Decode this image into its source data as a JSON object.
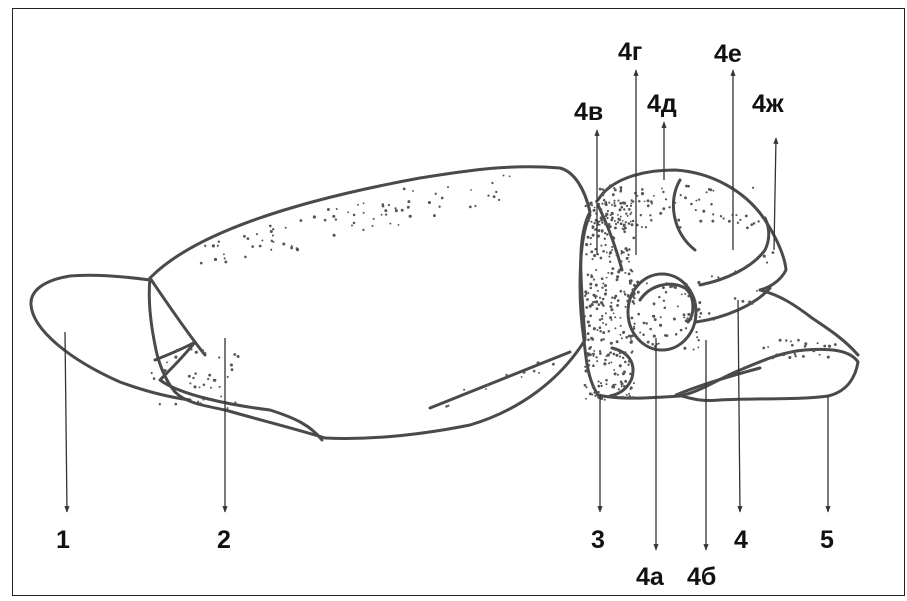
{
  "diagram": {
    "labels": {
      "l1": "1",
      "l2": "2",
      "l3": "3",
      "l4": "4",
      "l5": "5",
      "l4a": "4а",
      "l4b": "4б",
      "l4v": "4в",
      "l4g": "4г",
      "l4d": "4д",
      "l4e": "4е",
      "l4zh": "4ж"
    },
    "colors": {
      "outline": "#4a4a4a",
      "stipple": "#555555",
      "text": "#111111"
    }
  }
}
